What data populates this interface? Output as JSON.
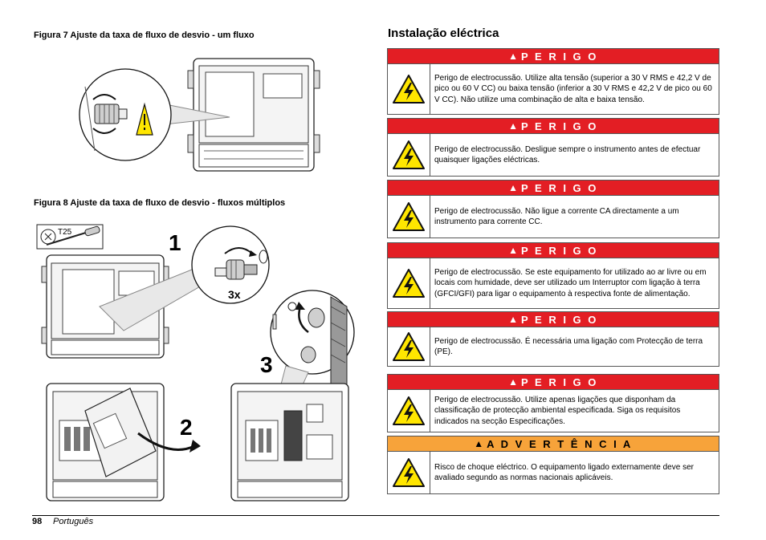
{
  "figure7": {
    "caption": "Figura 7  Ajuste da taxa de fluxo de desvio - um fluxo"
  },
  "figure8": {
    "caption": "Figura 8  Ajuste da taxa de fluxo de desvio - fluxos múltiplos",
    "tool_label": "T25",
    "step1": "1",
    "step2": "2",
    "step3": "3",
    "repeat_label": "3x"
  },
  "section": {
    "title": "Instalação eléctrica"
  },
  "warnings": [
    {
      "level": "danger",
      "label": "P E R I G O",
      "text": "Perigo de electrocussão. Utilize alta tensão (superior a 30 V RMS e 42,2 V de pico ou 60 V CC) ou baixa tensão (inferior a 30 V RMS e 42,2 V de pico ou 60 V CC). Não utilize uma combinação de alta e baixa tensão."
    },
    {
      "level": "danger",
      "label": "P E R I G O",
      "text": "Perigo de electrocussão. Desligue sempre o instrumento antes de efectuar quaisquer ligações eléctricas."
    },
    {
      "level": "danger",
      "label": "P E R I G O",
      "text": "Perigo de electrocussão. Não ligue a corrente CA directamente a um instrumento para corrente CC."
    },
    {
      "level": "danger",
      "label": "P E R I G O",
      "text": "Perigo de electrocussão. Se este equipamento for utilizado ao ar livre ou em locais com humidade, deve ser utilizado um Interruptor com ligação à terra (GFCI/GFI) para ligar o equipamento à respectiva fonte de alimentação."
    },
    {
      "level": "danger",
      "label": "P E R I G O",
      "text": "Perigo de electrocussão. É necessária uma ligação com Protecção de terra (PE)."
    },
    {
      "level": "danger",
      "label": "P E R I G O",
      "text": "Perigo de electrocussão. Utilize apenas ligações que disponham da classificação de protecção ambiental especificada. Siga os requisitos indicados na secção Especificações."
    },
    {
      "level": "caution",
      "label": "A D V E R T Ê N C I A",
      "text": "Risco de choque eléctrico. O equipamento ligado externamente deve ser avaliado segundo as normas nacionais aplicáveis."
    }
  ],
  "footer": {
    "page_number": "98",
    "language": "Português"
  },
  "colors": {
    "danger": "#e31e24",
    "caution": "#f7a33a",
    "hazard_yellow": "#ffe600"
  }
}
